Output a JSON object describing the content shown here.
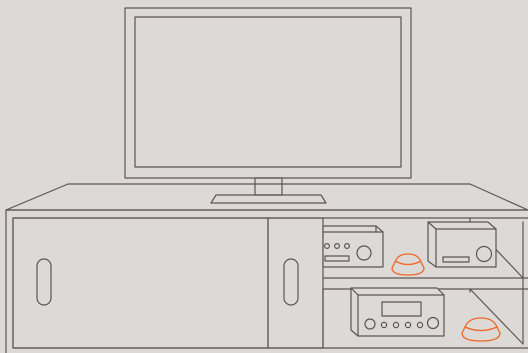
{
  "colors": {
    "background": "#dcd9d7",
    "line": "#5b5654",
    "highlight": "#f26522"
  },
  "illustration": {
    "subject": "tv-on-media-console",
    "highlighted_items": [
      "speaker-pod-upper-shelf",
      "speaker-pod-lower-shelf"
    ]
  }
}
